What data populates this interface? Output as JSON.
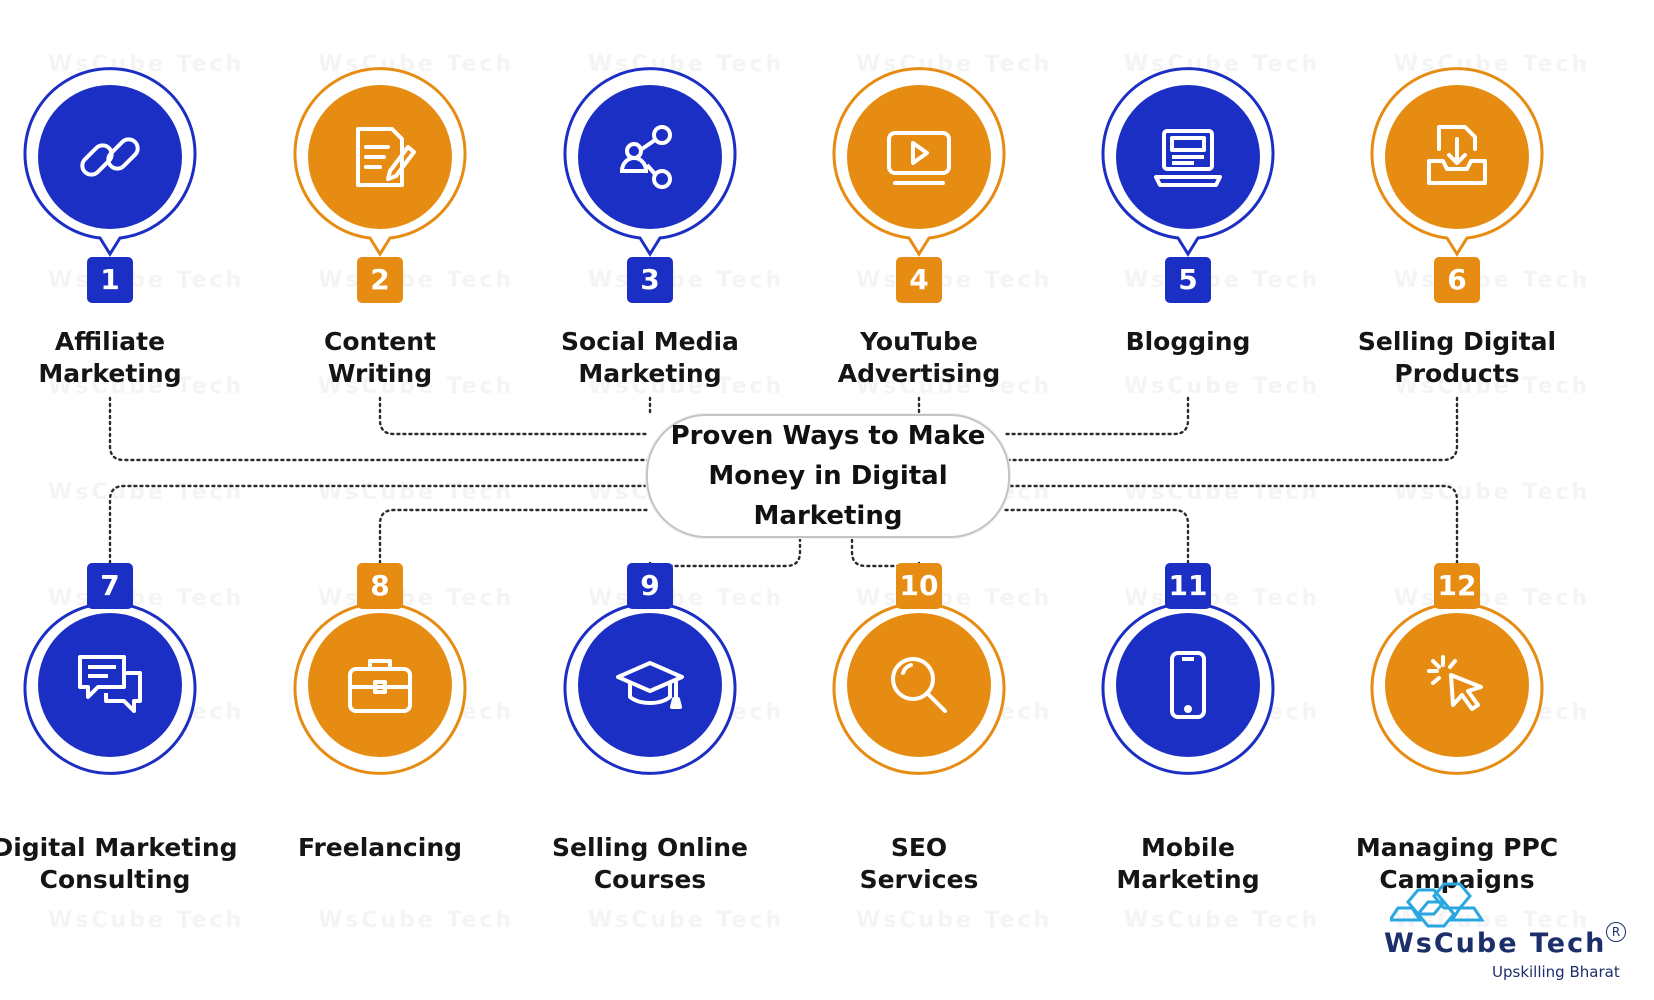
{
  "title": "Proven Ways to Make Money in Digital Marketing",
  "colors": {
    "blue": "#1c2fc4",
    "orange": "#e78c13",
    "text": "#151515",
    "connector": "#2b2b2b"
  },
  "items": [
    {
      "number": "1",
      "label": "Affiliate\nMarketing",
      "color": "blue",
      "icon": "link-icon"
    },
    {
      "number": "2",
      "label": "Content\nWriting",
      "color": "orange",
      "icon": "edit-document-icon"
    },
    {
      "number": "3",
      "label": "Social Media\nMarketing",
      "color": "blue",
      "icon": "share-people-icon"
    },
    {
      "number": "4",
      "label": "YouTube\nAdvertising",
      "color": "orange",
      "icon": "video-play-icon"
    },
    {
      "number": "5",
      "label": "Blogging",
      "color": "blue",
      "icon": "laptop-blog-icon"
    },
    {
      "number": "6",
      "label": "Selling Digital\nProducts",
      "color": "orange",
      "icon": "download-file-icon"
    },
    {
      "number": "7",
      "label": "Digital Marketing\nConsulting",
      "color": "blue",
      "icon": "chat-bubbles-icon"
    },
    {
      "number": "8",
      "label": "Freelancing",
      "color": "orange",
      "icon": "briefcase-icon"
    },
    {
      "number": "9",
      "label": "Selling Online\nCourses",
      "color": "blue",
      "icon": "graduation-cap-icon"
    },
    {
      "number": "10",
      "label": "SEO\nServices",
      "color": "orange",
      "icon": "magnifier-icon"
    },
    {
      "number": "11",
      "label": "Mobile\nMarketing",
      "color": "blue",
      "icon": "smartphone-icon"
    },
    {
      "number": "12",
      "label": "Managing PPC\nCampaigns",
      "color": "orange",
      "icon": "cursor-click-icon"
    }
  ],
  "logo": {
    "name": "WsCube Tech",
    "tagline": "Upskilling Bharat",
    "registered_mark": "R"
  },
  "watermark_text": "WsCube Tech"
}
